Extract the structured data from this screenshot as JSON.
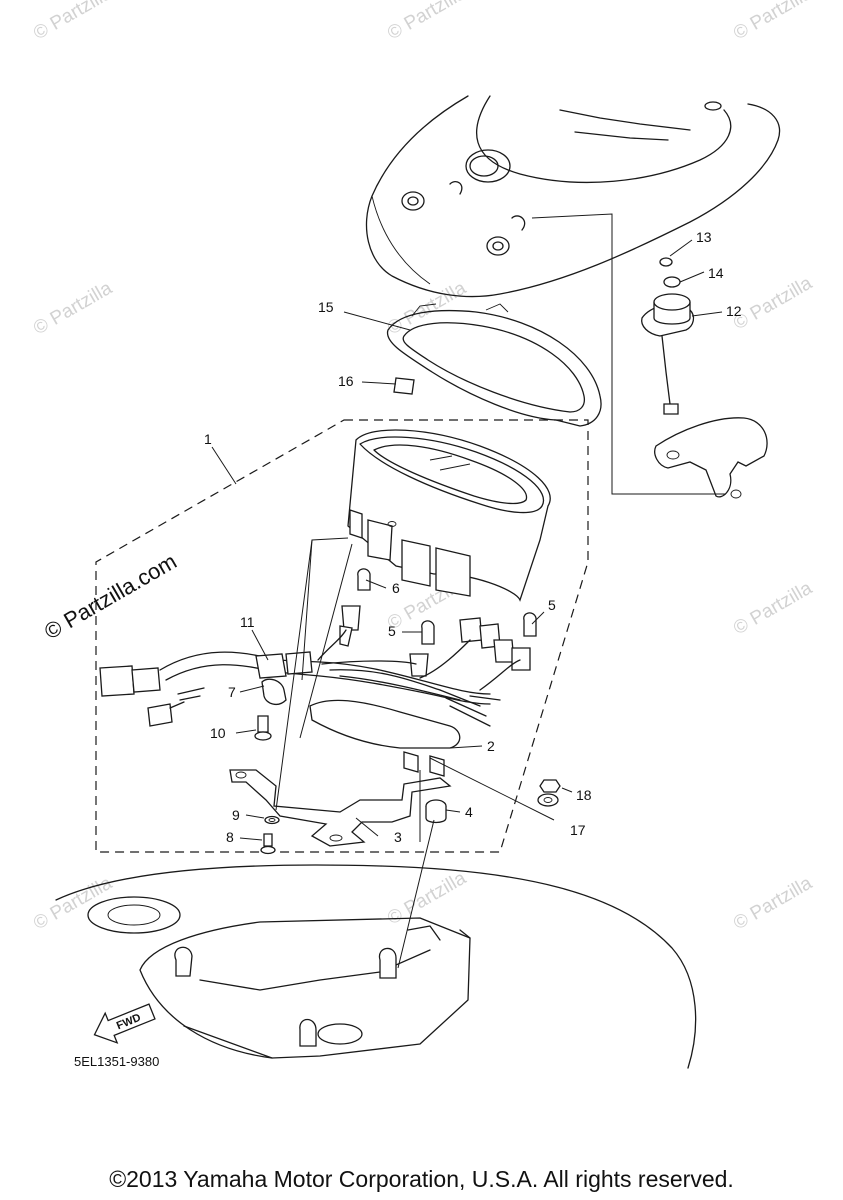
{
  "diagram": {
    "callouts": {
      "c1": "1",
      "c2": "2",
      "c3": "3",
      "c4": "4",
      "c5a": "5",
      "c5b": "5",
      "c6": "6",
      "c7": "7",
      "c8": "8",
      "c9": "9",
      "c10": "10",
      "c11": "11",
      "c12": "12",
      "c13": "13",
      "c14": "14",
      "c15": "15",
      "c16": "16",
      "c17": "17",
      "c18": "18"
    },
    "fwd_label": "FWD",
    "diagram_code": "5EL1351-9380"
  },
  "watermark": {
    "text": "© Partzilla",
    "text_com": "© Partzilla.com"
  },
  "footer": {
    "copyright": "©2013 Yamaha Motor Corporation, U.S.A. All rights reserved."
  }
}
